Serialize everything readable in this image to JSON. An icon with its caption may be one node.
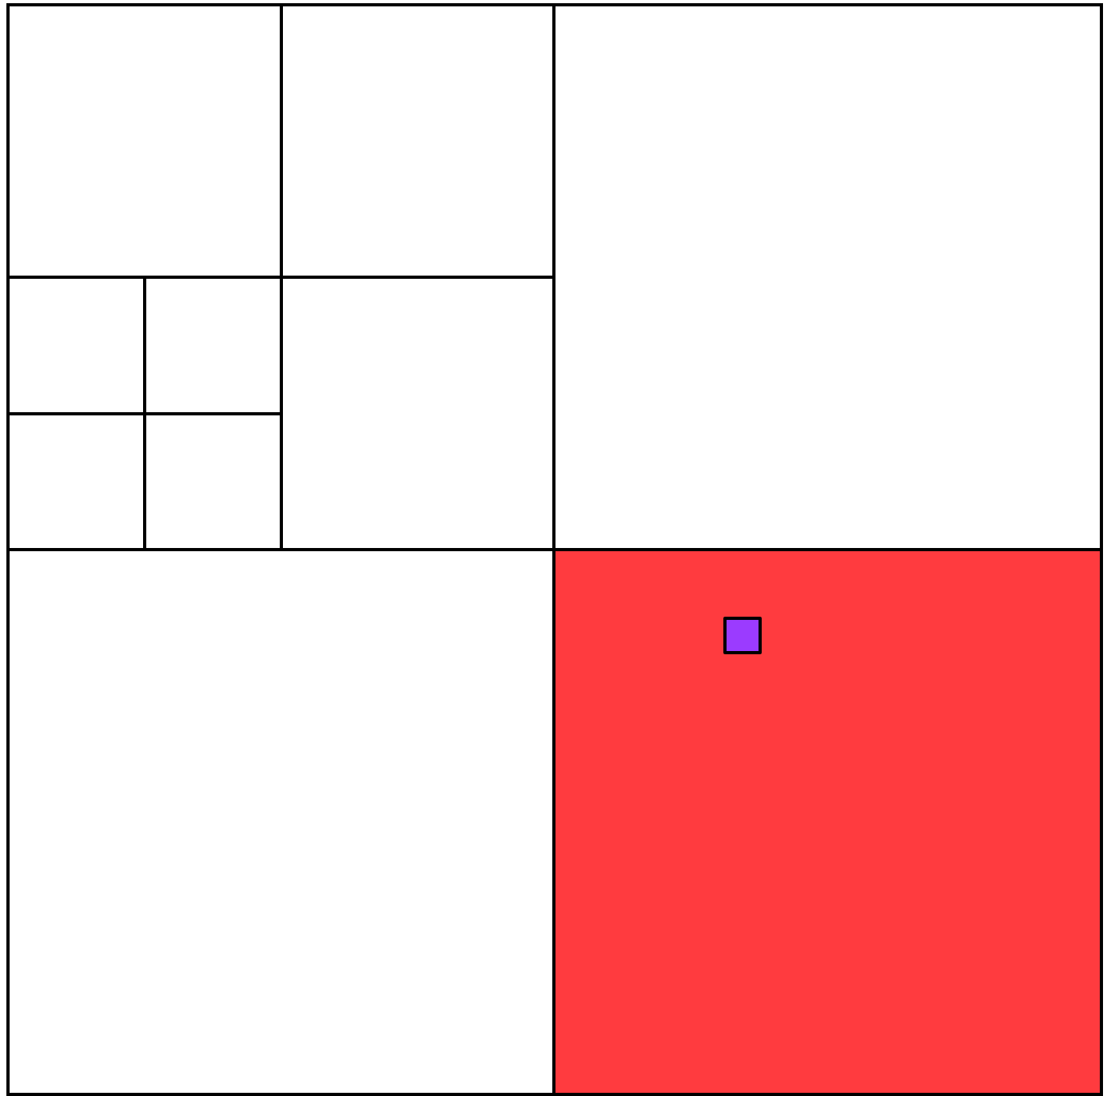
{
  "diagram": {
    "nodes": [
      {
        "text": [],
        "shape": "box"
      },
      {
        "text": [],
        "shape": "box",
        "in": 0
      },
      {
        "text": [],
        "shape": "box",
        "in": 1
      },
      {
        "text": [],
        "shape": "box",
        "in": 1
      },
      {
        "text": [],
        "shape": "box",
        "in": 1
      },
      {
        "text": [],
        "shape": "box",
        "in": 4
      },
      {
        "text": [],
        "shape": "box",
        "in": 4
      },
      {
        "text": [],
        "shape": "box",
        "in": 4
      },
      {
        "text": [],
        "shape": "box",
        "in": 4
      },
      {
        "text": [],
        "shape": "box",
        "in": 1
      },
      {
        "text": [],
        "shape": "box",
        "in": 0
      },
      {
        "text": [],
        "shape": "box",
        "in": 0
      },
      {
        "text": [],
        "shape": "box",
        "in": 0
      },
      {
        "text": [],
        "shape": "box",
        "in": 12
      }
    ]
  }
}
